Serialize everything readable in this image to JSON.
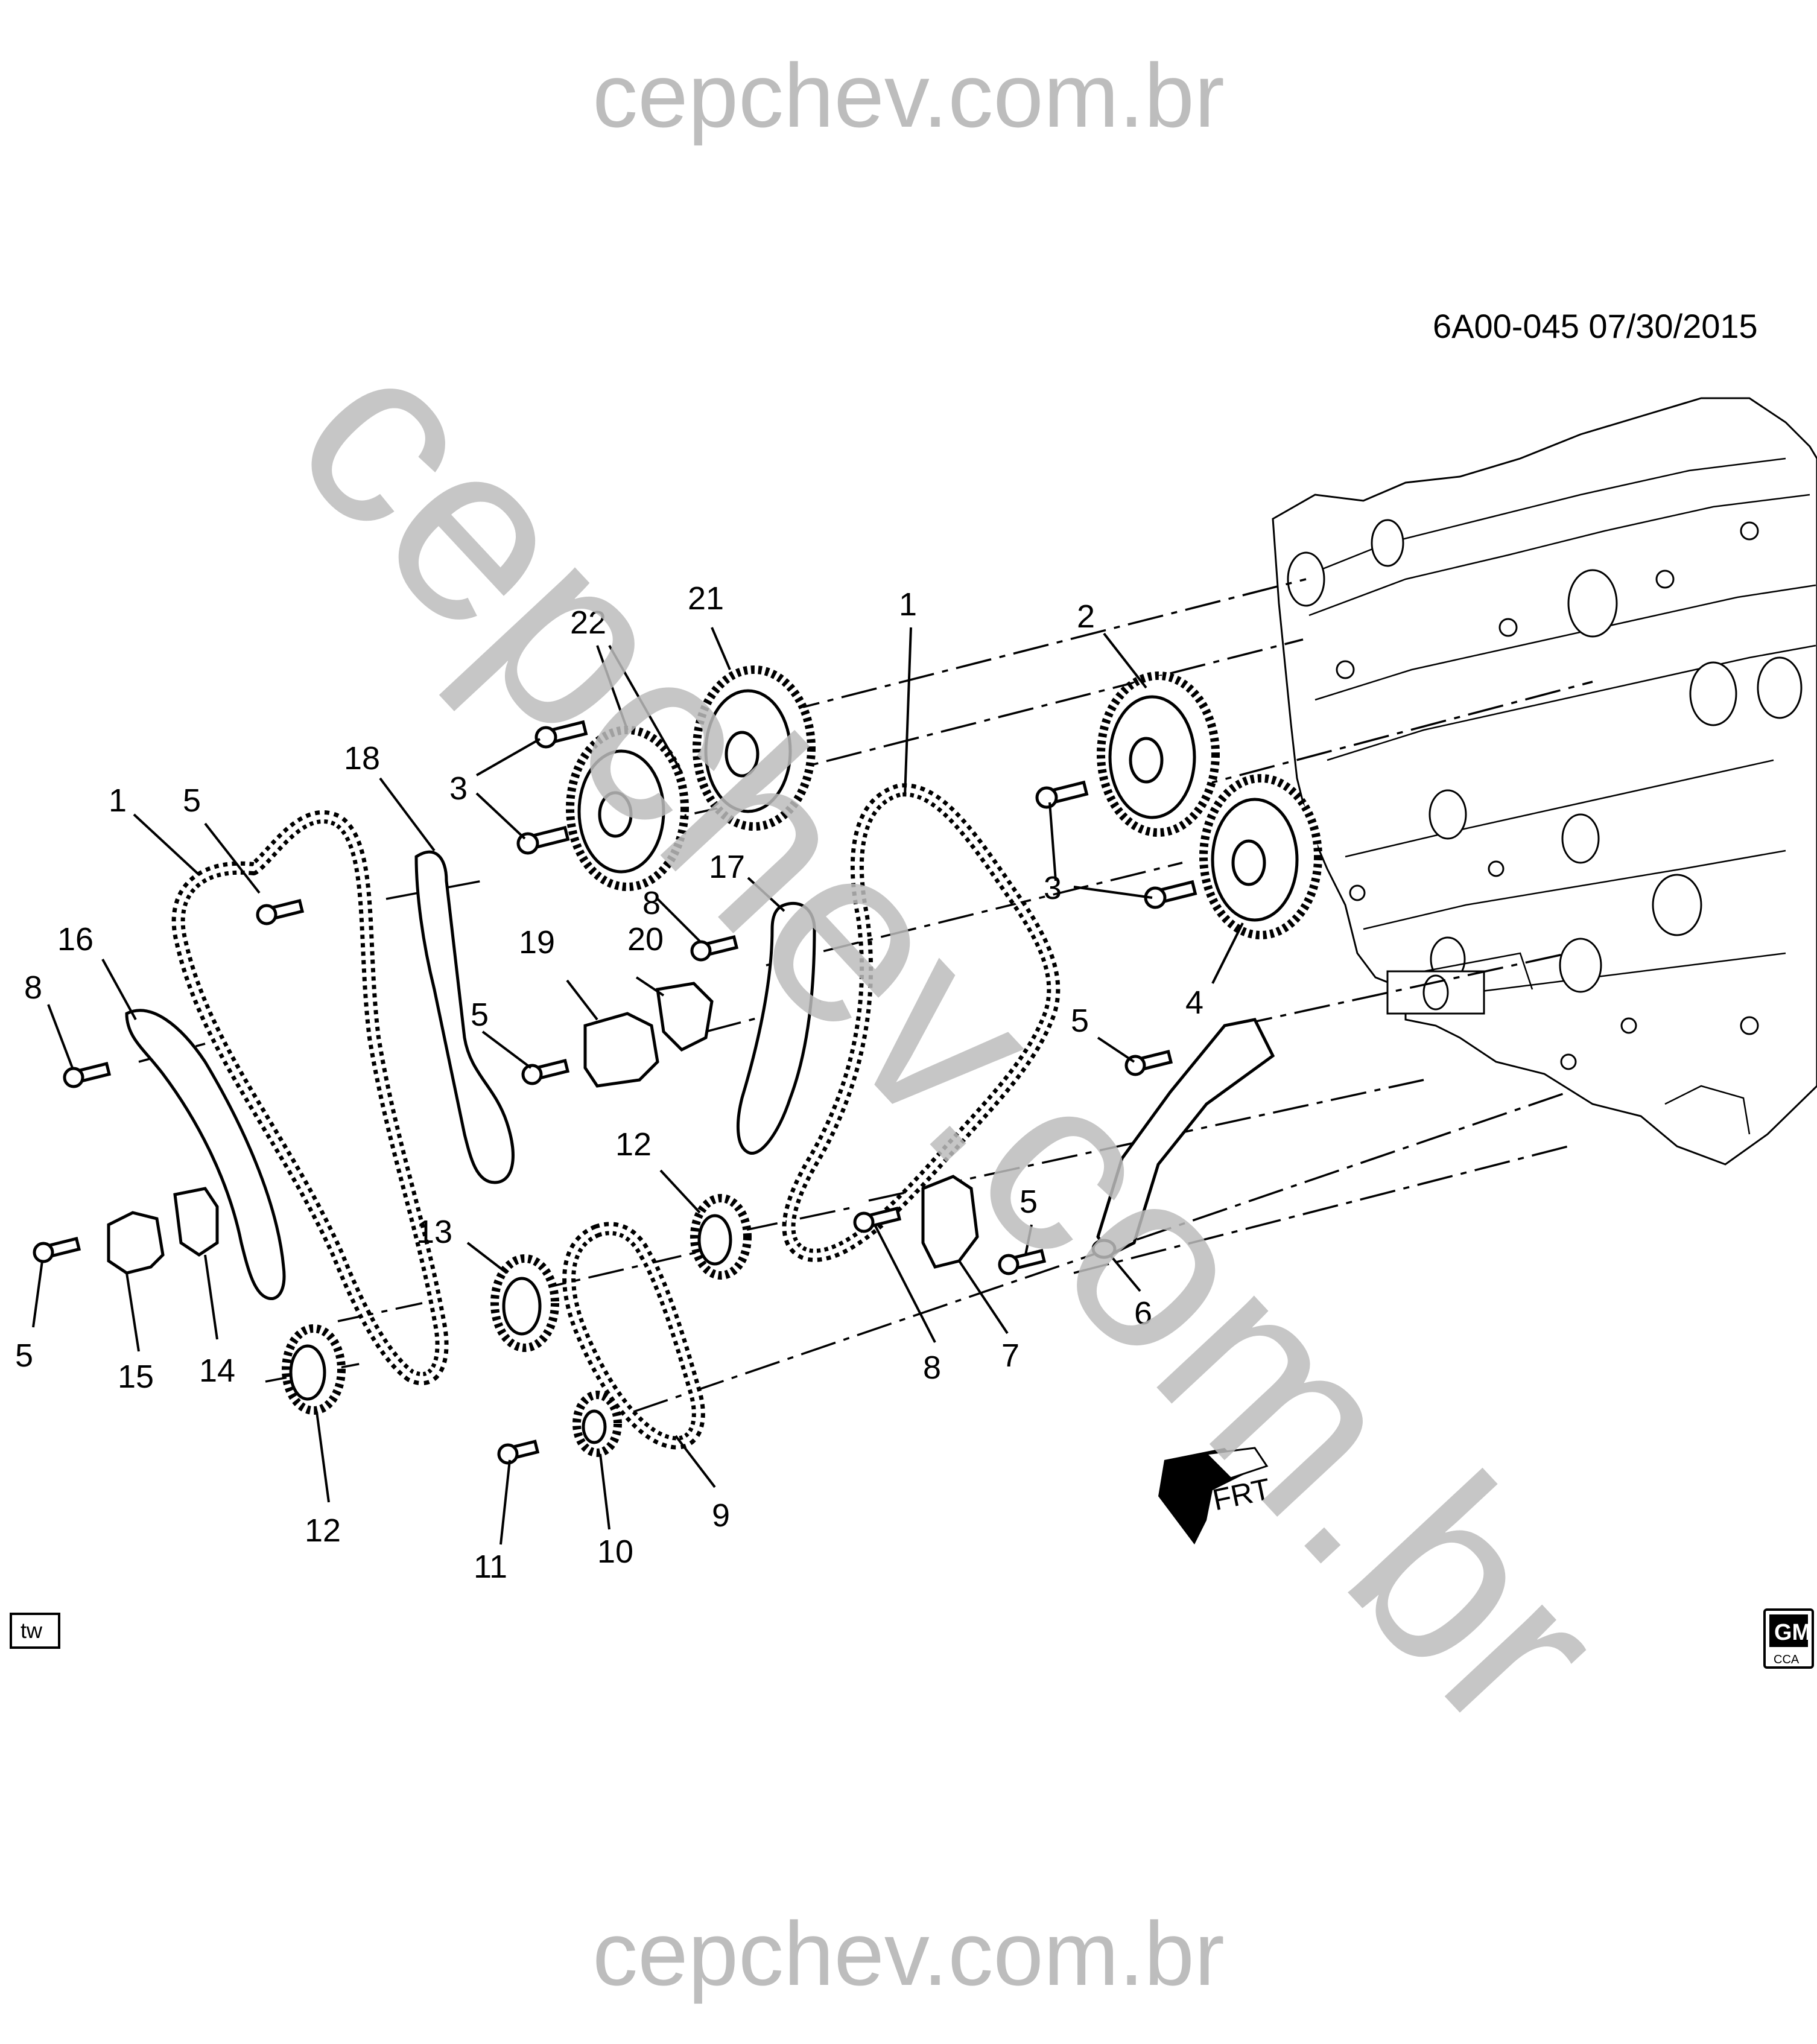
{
  "watermark": {
    "top": "cepchev.com.br",
    "bottom": "cepchev.com.br",
    "diagonal": "cepchev.com.br"
  },
  "diagram_code": "6A00-045  07/30/2015",
  "tw_badge": "tw",
  "gm_logo": {
    "top": "GM",
    "bottom": "CCA"
  },
  "front_arrow": "FRT",
  "callouts": [
    {
      "id": "c1a",
      "text": "1"
    },
    {
      "id": "c1b",
      "text": "1"
    },
    {
      "id": "c2",
      "text": "2"
    },
    {
      "id": "c3a",
      "text": "3"
    },
    {
      "id": "c3b",
      "text": "3"
    },
    {
      "id": "c4",
      "text": "4"
    },
    {
      "id": "c5a",
      "text": "5"
    },
    {
      "id": "c5b",
      "text": "5"
    },
    {
      "id": "c5c",
      "text": "5"
    },
    {
      "id": "c5d",
      "text": "5"
    },
    {
      "id": "c5e",
      "text": "5"
    },
    {
      "id": "c6",
      "text": "6"
    },
    {
      "id": "c7",
      "text": "7"
    },
    {
      "id": "c8a",
      "text": "8"
    },
    {
      "id": "c8b",
      "text": "8"
    },
    {
      "id": "c8c",
      "text": "8"
    },
    {
      "id": "c9",
      "text": "9"
    },
    {
      "id": "c10",
      "text": "10"
    },
    {
      "id": "c11",
      "text": "11"
    },
    {
      "id": "c12a",
      "text": "12"
    },
    {
      "id": "c12b",
      "text": "12"
    },
    {
      "id": "c13",
      "text": "13"
    },
    {
      "id": "c14",
      "text": "14"
    },
    {
      "id": "c15",
      "text": "15"
    },
    {
      "id": "c16",
      "text": "16"
    },
    {
      "id": "c17",
      "text": "17"
    },
    {
      "id": "c18",
      "text": "18"
    },
    {
      "id": "c19",
      "text": "19"
    },
    {
      "id": "c20",
      "text": "20"
    },
    {
      "id": "c21",
      "text": "21"
    },
    {
      "id": "c22",
      "text": "22"
    }
  ]
}
